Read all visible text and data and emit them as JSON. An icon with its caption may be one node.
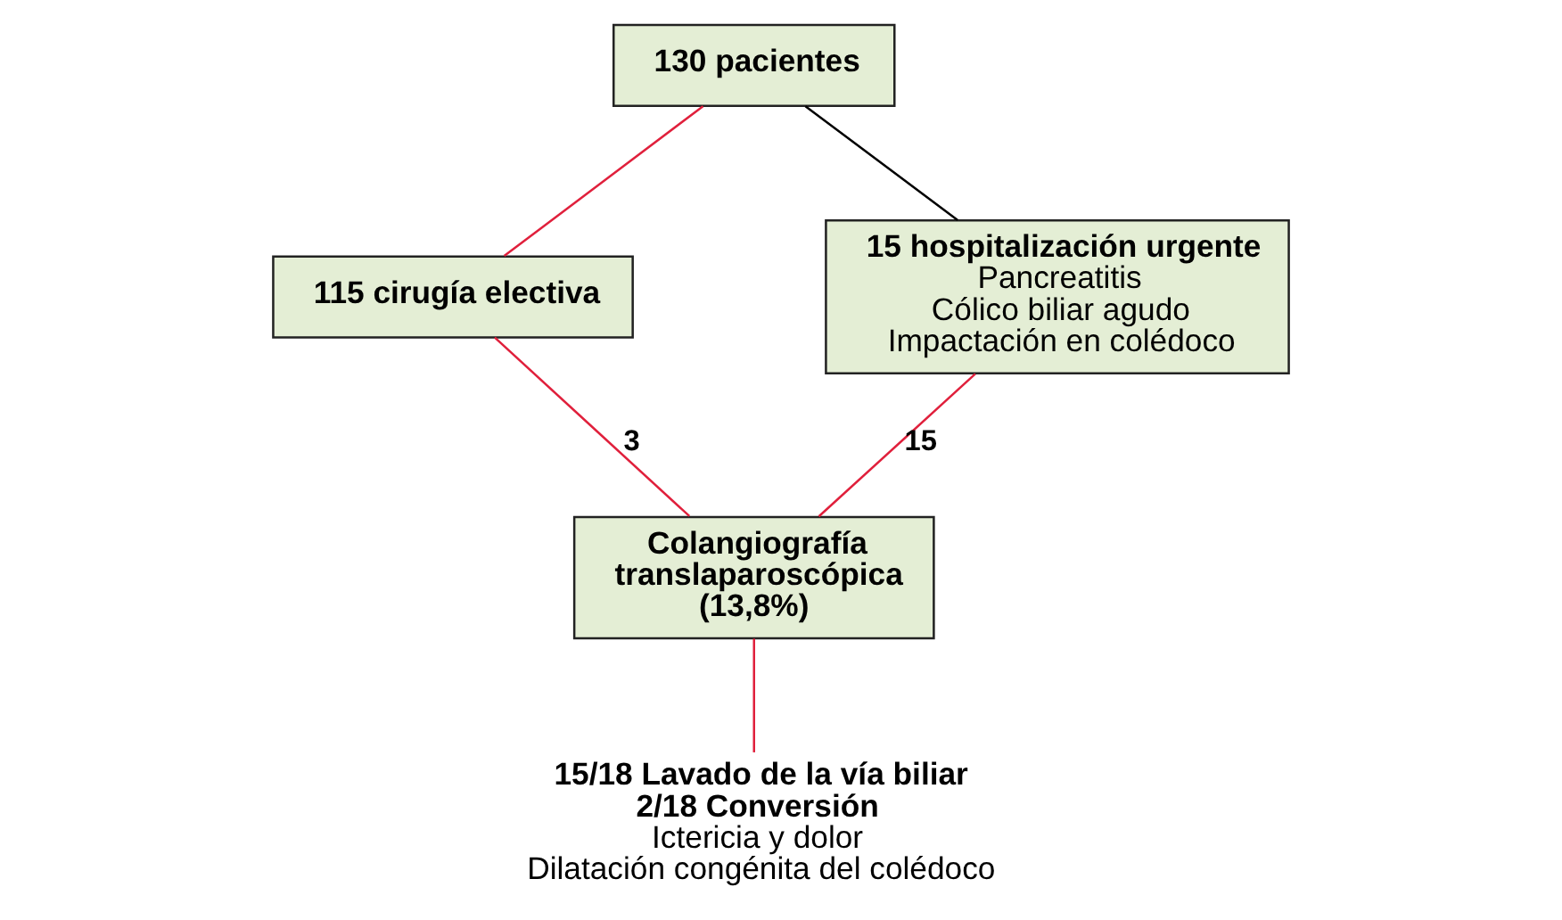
{
  "diagram": {
    "nodes": [
      {
        "text": [
          "130 pacientes"
        ]
      },
      {
        "text": [
          "115 cirugía electiva"
        ]
      },
      {
        "text": [
          "15 hospitalización urgente",
          "Pancreatitis",
          "Cólico biliar agudo",
          "Impactación en colédoco"
        ]
      },
      {
        "text": [
          "Colangiografía translaparoscópica (13,8%)"
        ]
      },
      {
        "text": [
          "15/18 Lavado de la vía biliar",
          "2/18 Conversión",
          "Ictericia y dolor",
          "Dilatación congénita del colédoco"
        ]
      }
    ],
    "edges": [
      {
        "from": 0,
        "to": 1,
        "arrow": "none"
      },
      {
        "from": 0,
        "to": 2,
        "arrow": "none",
        "color": "#000000"
      },
      {
        "from": 1,
        "to": 3,
        "arrow": "none",
        "label": "3"
      },
      {
        "from": 2,
        "to": 3,
        "arrow": "none",
        "label": "15"
      },
      {
        "from": 3,
        "to": 4,
        "arrow": "none"
      }
    ]
  }
}
